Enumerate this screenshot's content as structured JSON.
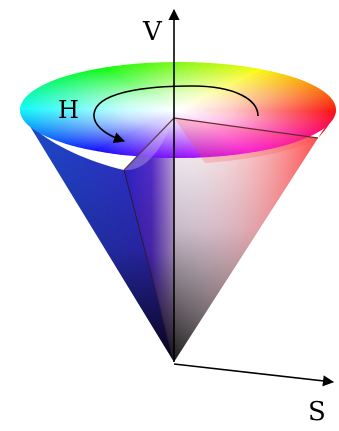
{
  "diagram": {
    "labels": {
      "value_axis": "V",
      "hue": "H",
      "saturation_axis": "S"
    },
    "colors": {
      "background": "#ffffff",
      "axis_stroke": "#000000",
      "red": "#ff2a2a",
      "yellow": "#f3f000",
      "green": "#23e04a",
      "cyan": "#38e6ee",
      "blue": "#3029d8",
      "magenta": "#d51ed0",
      "white": "#ffffff",
      "black": "#000000"
    }
  }
}
